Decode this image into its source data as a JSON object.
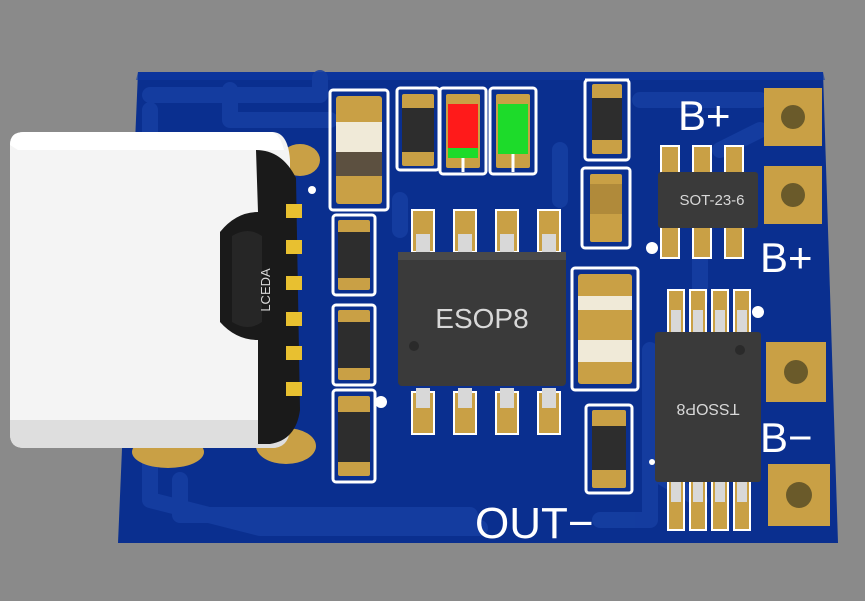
{
  "board": {
    "colors": {
      "background": "#8a8a8a",
      "solder_mask": "#0a2f8f",
      "trace": "#14409f",
      "pad_gold": "#c9a045",
      "silkscreen": "#ffffff",
      "ic_body": "#3a3a3a",
      "led_red": "#ff1a1a",
      "led_green": "#1ddb2a"
    },
    "labels": {
      "b_plus_top": "B+",
      "b_plus_mid": "B+",
      "b_minus": "B−",
      "out_minus": "OUT−"
    },
    "chips": {
      "esop8": "ESOP8",
      "sot23_6": "SOT-23-6",
      "tssop8": "TSSOP8"
    },
    "connector": {
      "marking": "LCEDA"
    }
  }
}
